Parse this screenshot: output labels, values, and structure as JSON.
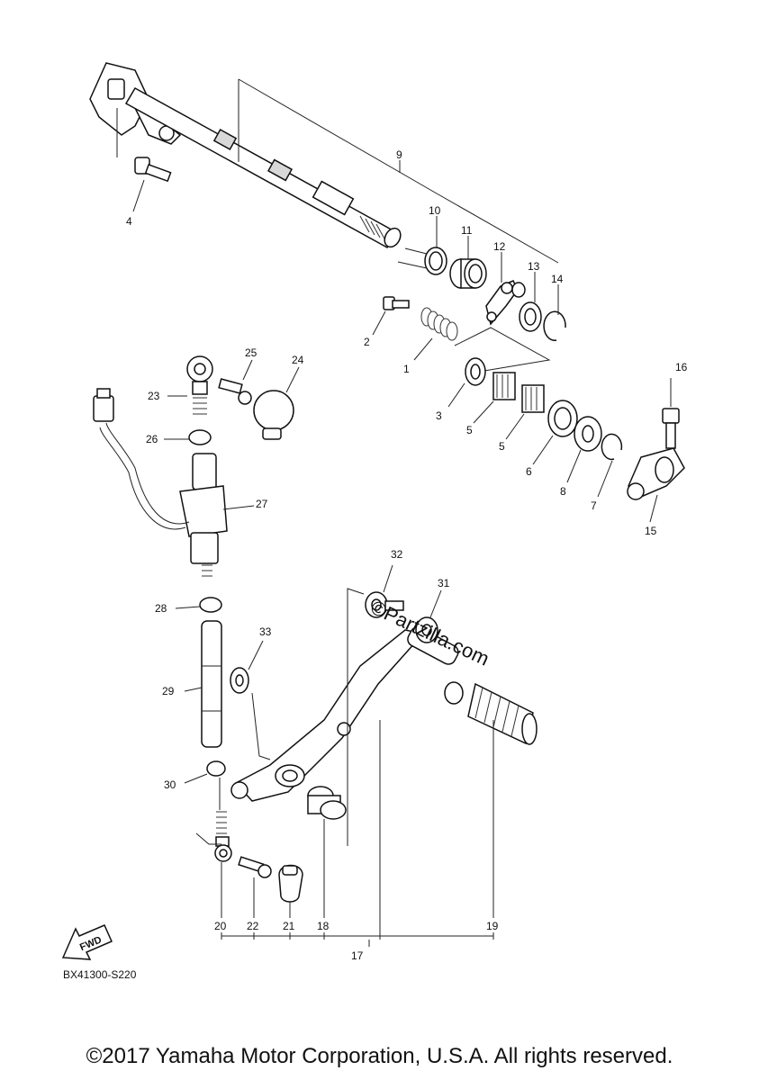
{
  "diagram": {
    "callouts": [
      "1",
      "2",
      "3",
      "4",
      "5",
      "5",
      "6",
      "7",
      "8",
      "9",
      "10",
      "11",
      "12",
      "13",
      "14",
      "15",
      "16",
      "17",
      "18",
      "19",
      "20",
      "21",
      "22",
      "23",
      "24",
      "25",
      "26",
      "27",
      "28",
      "29",
      "30",
      "31",
      "32",
      "33"
    ],
    "fwd_label": "FWD",
    "diagram_code": "BX41300-S220",
    "watermark": "©Partzilla.com"
  },
  "footer": {
    "copyright": "©2017 Yamaha Motor Corporation, U.S.A. All rights reserved."
  }
}
